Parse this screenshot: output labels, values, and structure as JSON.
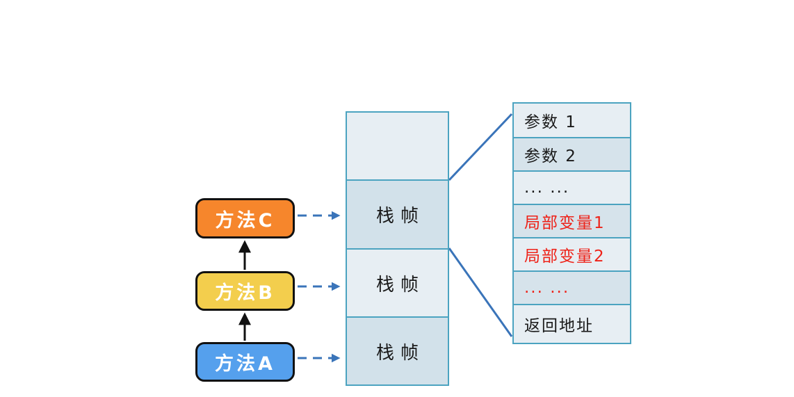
{
  "diagram": {
    "background": "#ffffff",
    "methods": [
      {
        "label": "方法C",
        "fill": "#F6862C",
        "text_color": "#ffffff"
      },
      {
        "label": "方法B",
        "fill": "#F3CE4D",
        "text_color": "#ffffff"
      },
      {
        "label": "方法A",
        "fill": "#55A0ED",
        "text_color": "#ffffff"
      }
    ],
    "stack": {
      "segments": [
        {
          "label": "",
          "fill": "#E7EEF3"
        },
        {
          "label": "栈帧",
          "fill": "#D2E1EA"
        },
        {
          "label": "栈帧",
          "fill": "#E7EEF3"
        },
        {
          "label": "栈帧",
          "fill": "#D2E1EA"
        }
      ]
    },
    "frame_detail": {
      "rows": [
        {
          "label": "参数 1",
          "fill": "#E7EEF3",
          "text_color": "#1a1a1a"
        },
        {
          "label": "参数 2",
          "fill": "#D6E3EB",
          "text_color": "#1a1a1a"
        },
        {
          "label": "... ...",
          "fill": "#E7EEF3",
          "text_color": "#1a1a1a"
        },
        {
          "label": "局部变量1",
          "fill": "#D6E3EB",
          "text_color": "#EE2218"
        },
        {
          "label": "局部变量2",
          "fill": "#E7EEF3",
          "text_color": "#EE2218"
        },
        {
          "label": "... ...",
          "fill": "#D6E3EB",
          "text_color": "#EE2218"
        },
        {
          "label": "返回地址",
          "fill": "#E7EEF3",
          "text_color": "#1a1a1a"
        }
      ]
    },
    "colors": {
      "method_box_border": "#111111",
      "stack_border": "#4BA3C0",
      "connector_blue": "#3A74B9",
      "call_arrow_black": "#111111",
      "local_var_red": "#EE2218"
    }
  }
}
